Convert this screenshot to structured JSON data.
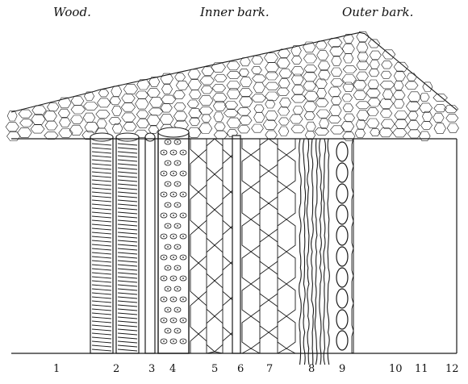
{
  "headers": {
    "wood": "Wood.",
    "inner_bark": "Inner bark.",
    "outer_bark": "Outer bark."
  },
  "numbers": [
    "1",
    "2",
    "3",
    "4",
    "5",
    "6",
    "7",
    "8",
    "9",
    "10",
    "11",
    "12"
  ],
  "colors": {
    "ink": "#1a1a1a",
    "paper": "#ffffff"
  }
}
